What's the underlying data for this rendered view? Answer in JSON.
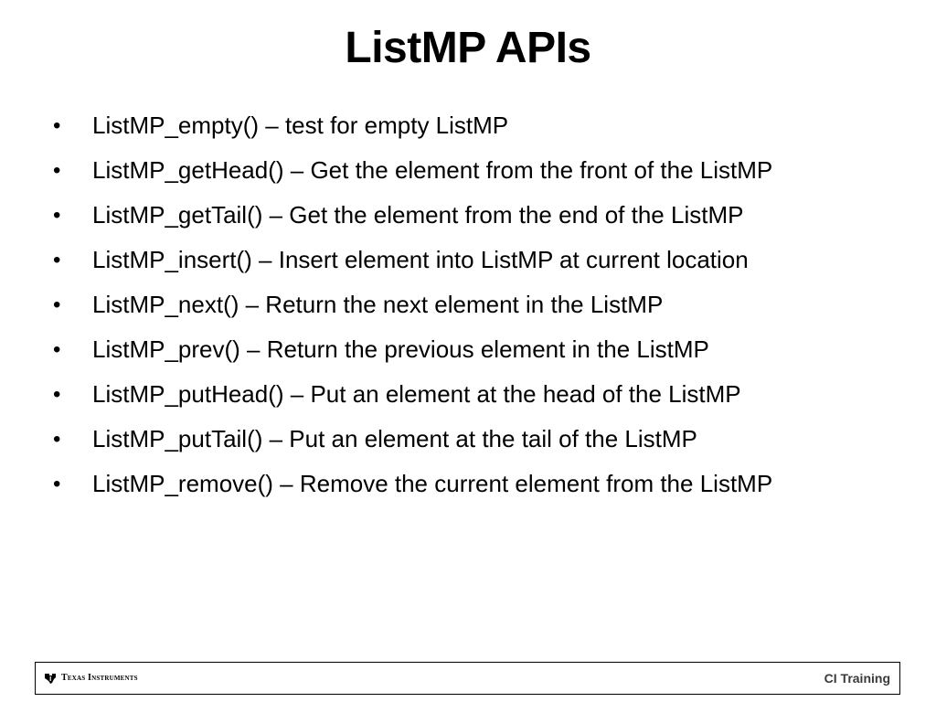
{
  "slide": {
    "title": "ListMP APIs",
    "bullet_symbol": "•",
    "bullets": [
      {
        "text": "ListMP_empty() – test for empty ListMP"
      },
      {
        "text": "ListMP_getHead() – Get the element from the front of the ListMP"
      },
      {
        "text": "ListMP_getTail() – Get the element from the end of the ListMP"
      },
      {
        "text": "ListMP_insert() – Insert element into ListMP at current location"
      },
      {
        "text": "ListMP_next() – Return the next element in the ListMP"
      },
      {
        "text": "ListMP_prev() – Return the previous element in the ListMP"
      },
      {
        "text": "ListMP_putHead() – Put an element at the head of the ListMP"
      },
      {
        "text": "ListMP_putTail() – Put an element at the tail of the ListMP"
      },
      {
        "text": "ListMP_remove() – Remove the current element from the ListMP"
      }
    ]
  },
  "footer": {
    "logo_text": "Texas Instruments",
    "logo_icon": "texas-instruments-logo-icon",
    "right_label": "CI Training"
  }
}
